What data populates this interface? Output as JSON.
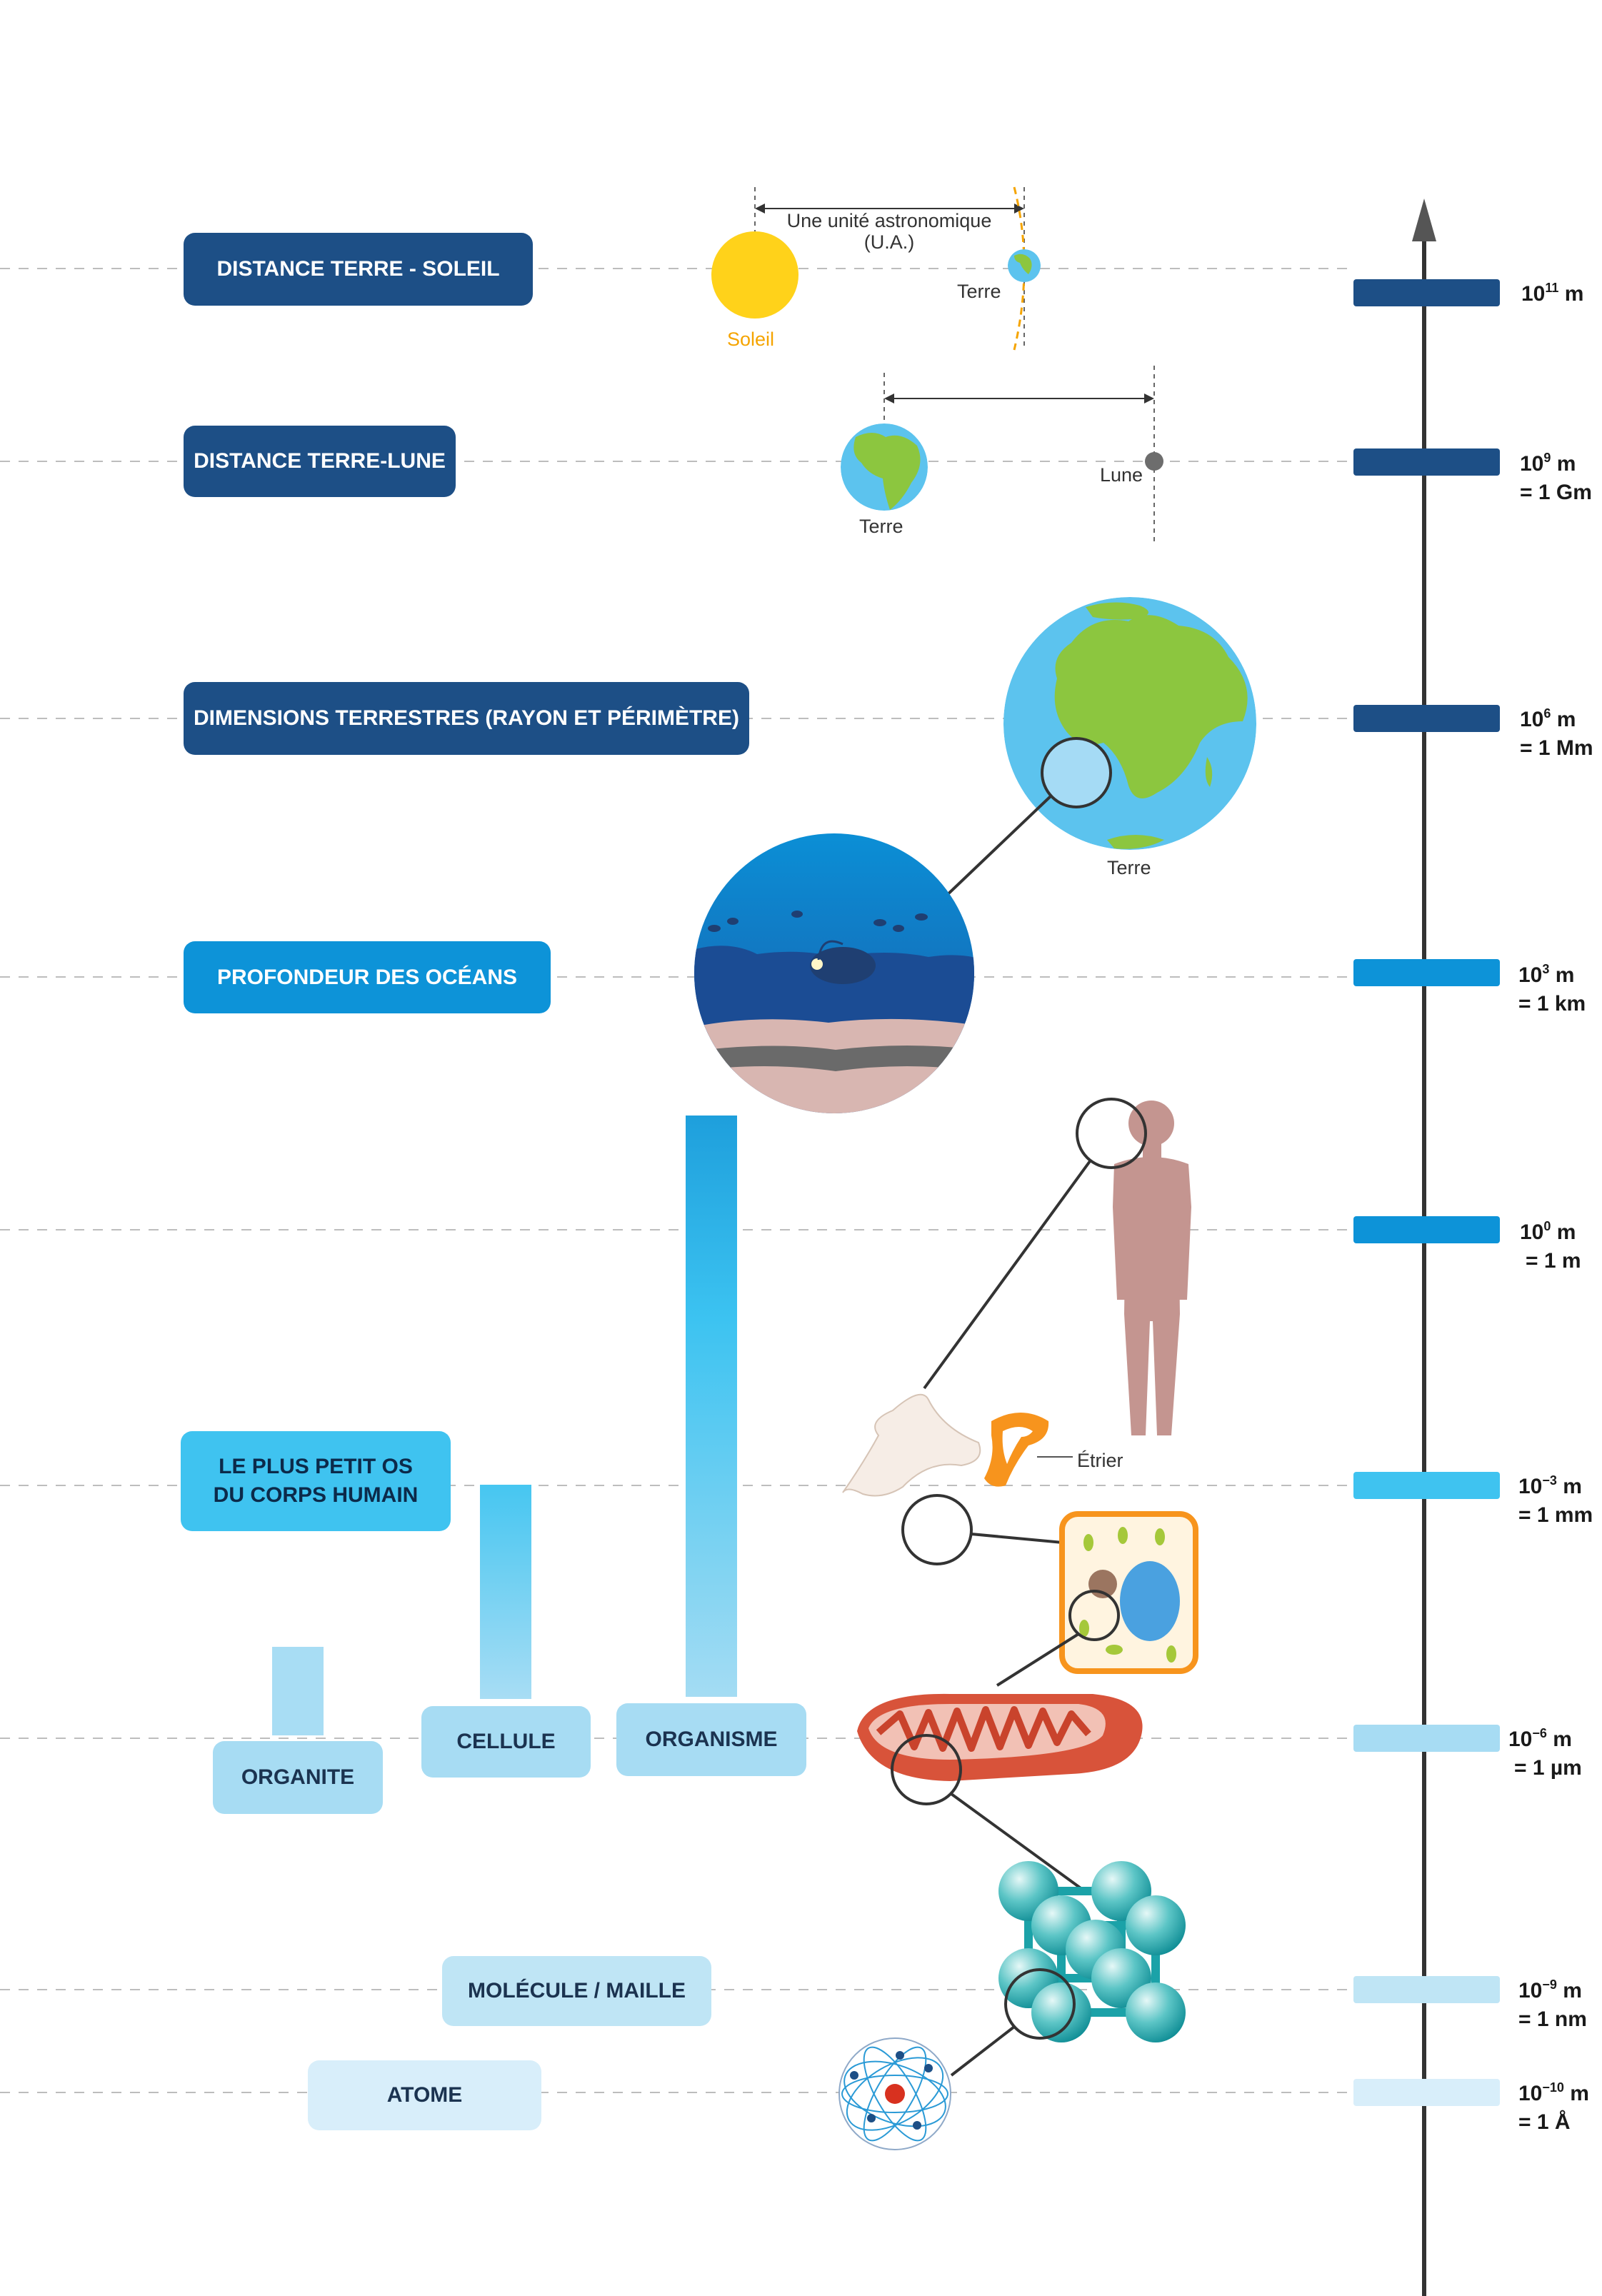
{
  "labels": {
    "earth_sun": "DISTANCE TERRE - SOLEIL",
    "earth_moon": "DISTANCE TERRE-LUNE",
    "earth_dims": "DIMENSIONS TERRESTRES (RAYON ET PÉRIMÈTRE)",
    "ocean_depth": "PROFONDEUR DES OCÉANS",
    "smallest_bone_line1": "LE PLUS PETIT OS",
    "smallest_bone_line2": "DU CORPS HUMAIN",
    "organite": "ORGANITE",
    "cellule": "CELLULE",
    "organisme": "ORGANISME",
    "molecule": "MOLÉCULE / MAILLE",
    "atome": "ATOME"
  },
  "scale": [
    {
      "base": "10",
      "exp": "11",
      "unit": " m",
      "equiv": ""
    },
    {
      "base": "10",
      "exp": "9",
      "unit": " m",
      "equiv": "= 1 Gm"
    },
    {
      "base": "10",
      "exp": "6",
      "unit": " m",
      "equiv": "= 1 Mm"
    },
    {
      "base": "10",
      "exp": "3",
      "unit": " m",
      "equiv": "= 1 km"
    },
    {
      "base": "10",
      "exp": "0",
      "unit": " m",
      "equiv": "= 1 m"
    },
    {
      "base": "10",
      "exp": "−3",
      "unit": " m",
      "equiv": "= 1 mm"
    },
    {
      "base": "10",
      "exp": "−6",
      "unit": " m",
      "equiv": "= 1 µm"
    },
    {
      "base": "10",
      "exp": "−9",
      "unit": " m",
      "equiv": "= 1 nm"
    },
    {
      "base": "10",
      "exp": "−10",
      "unit": " m",
      "equiv": "= 1 Å"
    }
  ],
  "annotations": {
    "au_line1": "Une unité astronomique",
    "au_line2": "(U.A.)",
    "sun": "Soleil",
    "earth_small": "Terre",
    "earth_moon_earth": "Terre",
    "moon": "Lune",
    "earth_big": "Terre",
    "stirrup": "Étrier"
  },
  "colors": {
    "dark_blue": "#1d4f86",
    "mid_blue": "#0d93d8",
    "light_blue": "#3fc3f0",
    "pale_blue": "#a7dcf3",
    "palest_blue": "#d8eefa",
    "sun": "#ffd21a",
    "earth_ocean": "#5cc3ee",
    "earth_land": "#8cc63f",
    "body": "#c49590",
    "cell_border": "#f7941d",
    "mitochondria": "#d8533a",
    "molecule": "#1ba2a8",
    "axis": "#333333"
  }
}
